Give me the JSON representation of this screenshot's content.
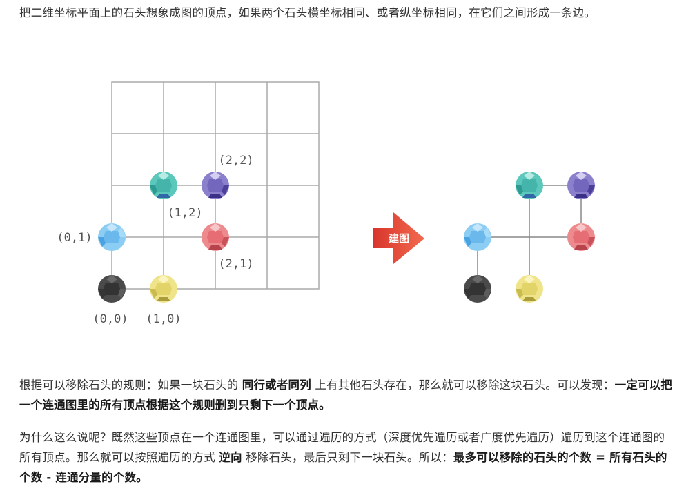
{
  "intro": {
    "text": "把二维坐标平面上的石头想象成图的顶点，如果两个石头横坐标相同、或者纵坐标相同，在它们之间形成一条边。"
  },
  "figure": {
    "left_labels": {
      "p22": "(2,2)",
      "p12": "(1,2)",
      "p01": "(0,1)",
      "p21": "(2,1)",
      "p00": "(0,0)",
      "p10": "(1,0)"
    },
    "arrow_label": "建图",
    "colors": {
      "grid": "#aaaaaa",
      "stone_00": "#4a4a4a",
      "stone_10": "#e8dc7a",
      "stone_01": "#7fc4f0",
      "stone_21": "#e67c80",
      "stone_12": "#4fc1b5",
      "stone_22": "#7a6fc0",
      "arrow": "#e8453c"
    }
  },
  "para2": {
    "pre": "根据可以移除石头的规则：如果一块石头的 ",
    "bold1": "同行或者同列",
    "post": " 上有其他石头存在，那么就可以移除这块石头。可以发现：",
    "bold2": "一定可以把一个连通图里的所有顶点根据这个规则删到只剩下一个顶点。"
  },
  "para3": {
    "pre": "为什么这么说呢？既然这些顶点在一个连通图里，可以通过遍历的方式（深度优先遍历或者广度优先遍历）遍历到这个连通图的所有顶点。那么就可以按照遍历的方式 ",
    "bold1": "逆向",
    "post": " 移除石头，最后只剩下一块石头。所以：",
    "bold2": "最多可以移除的石头的个数 = 所有石头的个数 - 连通分量的个数。"
  }
}
